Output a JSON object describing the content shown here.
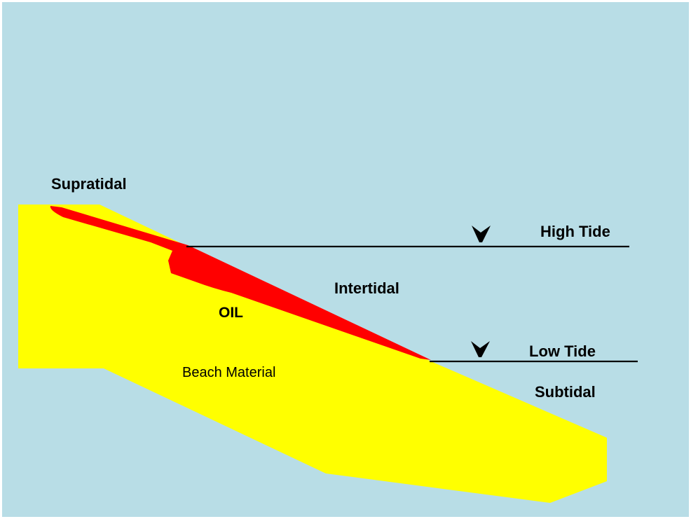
{
  "labels": {
    "supratidal": "Supratidal",
    "high_tide": "High Tide",
    "intertidal": "Intertidal",
    "oil": "OIL",
    "low_tide": "Low Tide",
    "subtidal": "Subtidal",
    "beach_material": "Beach Material"
  },
  "colors": {
    "water": "#b8dde6",
    "beach": "#ffff00",
    "oil": "#ff0000",
    "line": "#000000",
    "border": "#ffffff"
  }
}
